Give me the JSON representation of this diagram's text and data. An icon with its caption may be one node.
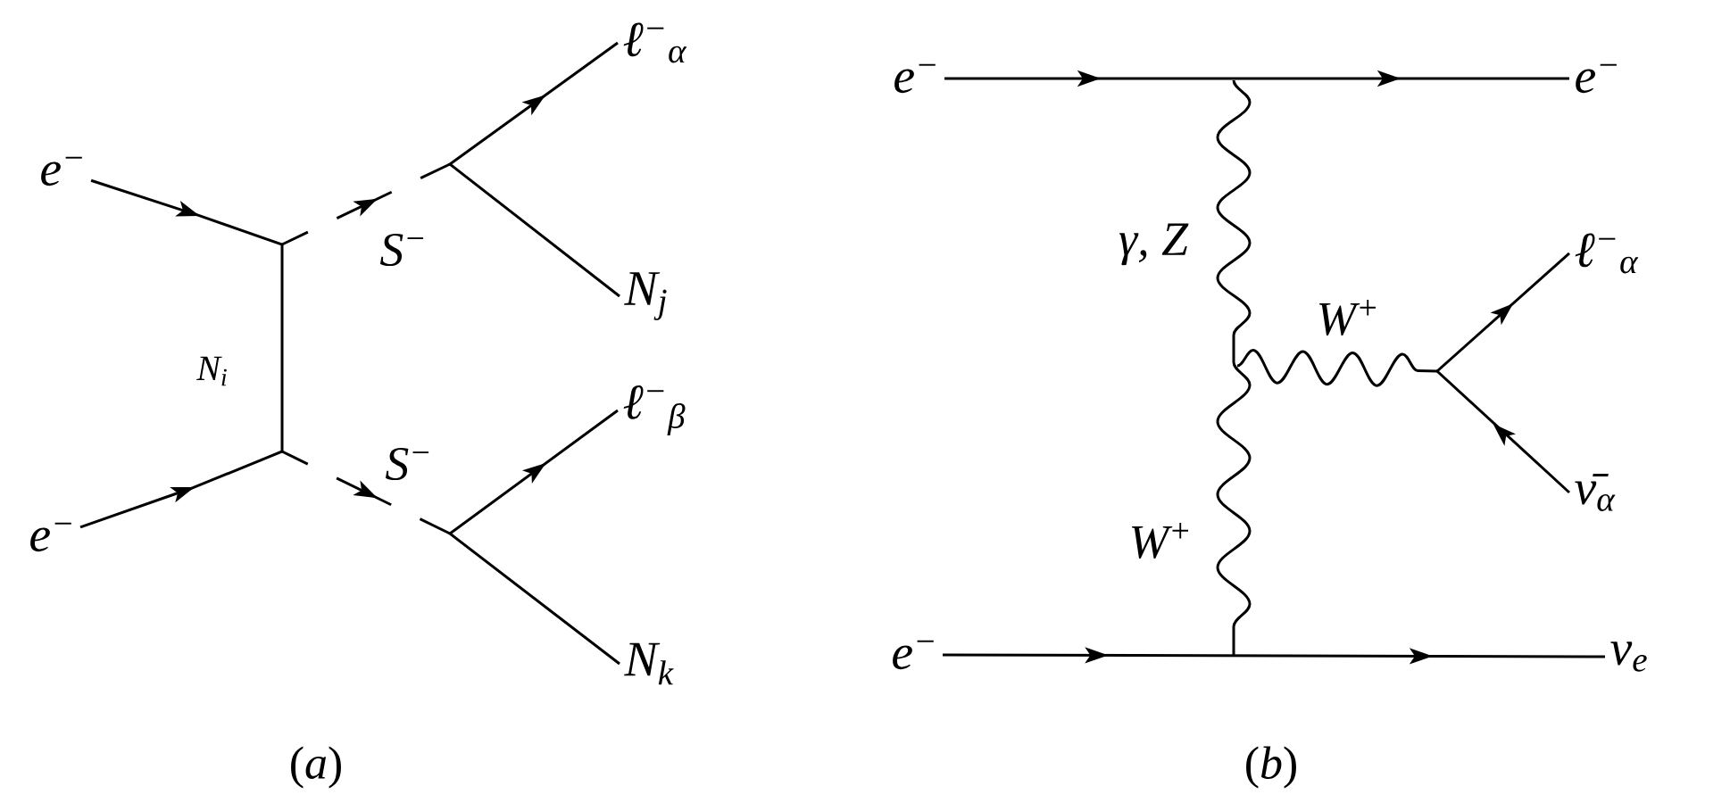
{
  "diagram": {
    "nodes": [
      {
        "text": [
          "e$^{−}$"
        ]
      },
      {
        "text": [
          "e$^{−}$"
        ]
      },
      {
        "text": [
          "ℓ$^{−}$$_{α}$"
        ]
      },
      {
        "text": [
          "N$_{j}$"
        ]
      },
      {
        "text": [
          "ℓ$^{−}$$_{β}$"
        ]
      },
      {
        "text": [
          "N$_{k}$"
        ]
      },
      {
        "text": [
          "e$^{−}$"
        ]
      },
      {
        "text": [
          "e$^{−}$"
        ]
      },
      {
        "text": [
          "ℓ$^{−}$$_{α}$"
        ]
      },
      {
        "text": [
          "ν̄$_{α}$"
        ]
      },
      {
        "text": [
          "e$^{−}$"
        ]
      },
      {
        "text": [
          "ν$_{e}$"
        ]
      }
    ],
    "edges": [
      {
        "from": 0,
        "to": null,
        "arrow": "to"
      },
      {
        "from": 1,
        "to": null,
        "arrow": "to"
      },
      {
        "from": 3,
        "to": 2,
        "arrow": "to"
      },
      {
        "from": 5,
        "to": 4,
        "arrow": "to"
      },
      {
        "from": 6,
        "to": 7,
        "arrow": "to"
      },
      {
        "from": 9,
        "to": 8,
        "arrow": "to"
      },
      {
        "from": 10,
        "to": 11,
        "arrow": "to"
      }
    ],
    "labels": [
      "S$^{−}$",
      "N$_{i}$",
      "S$^{−}$",
      "(*a*)",
      "γ, Z",
      "W$^{+}$",
      "W$^{+}$",
      "(*b*)"
    ]
  }
}
